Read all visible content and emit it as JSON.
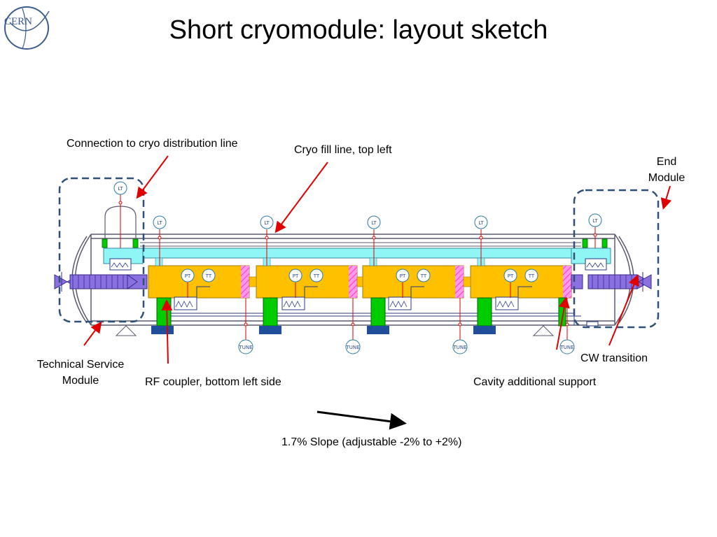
{
  "slide": {
    "title": "Short cryomodule: layout sketch",
    "logo_text": "CERN"
  },
  "labels": {
    "connection": "Connection to cryo distribution line",
    "cryo_fill": "Cryo fill line, top left",
    "end_module_1": "End",
    "end_module_2": "Module",
    "tsm_1": "Technical Service",
    "tsm_2": "Module",
    "rf_coupler": "RF coupler, bottom left side",
    "cavity_support": "Cavity additional support",
    "cw_transition": "CW transition",
    "slope": "1.7% Slope (adjustable -2% to +2%)"
  },
  "instruments": {
    "level": "LT",
    "pressure": "PT",
    "temperature": "TT",
    "tuner": "TUNE"
  },
  "colors": {
    "vessel": "#5a5a6e",
    "helium_line": "#8ff5f5",
    "cavity": "#ffc000",
    "magenta": "#ff33cc",
    "bellows": "#8a70e0",
    "support_green": "#00cc00",
    "support_blue": "#1f4e9a",
    "arrow_red": "#e00000",
    "dashed_box": "#2f5078"
  }
}
